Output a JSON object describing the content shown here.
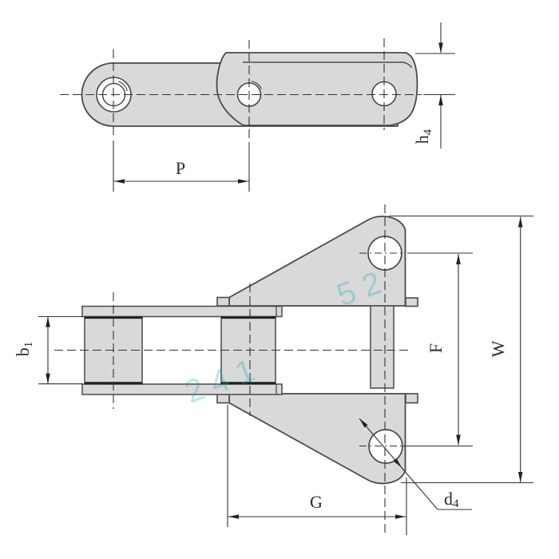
{
  "drawing": {
    "side_view": {
      "dimensions": {
        "pitch": "P",
        "attachment_height": {
          "base": "h",
          "sub": "4"
        }
      }
    },
    "plan_view": {
      "dimensions": {
        "inner_width": {
          "base": "b",
          "sub": "1"
        },
        "hole_center_distance": "F",
        "overall_width": "W",
        "attachment_length": "G",
        "hole_diameter": {
          "base": "d",
          "sub": "4"
        }
      }
    },
    "watermark": {
      "fragment_left": "2 4 1",
      "fragment_right": "5 2"
    },
    "colors": {
      "plate_fill": "#d9d9d9",
      "outline": "#4a4a4a",
      "dimension_line": "#333333",
      "label": "#2a2a33",
      "background": "#ffffff",
      "watermark": "#00aabe"
    }
  }
}
